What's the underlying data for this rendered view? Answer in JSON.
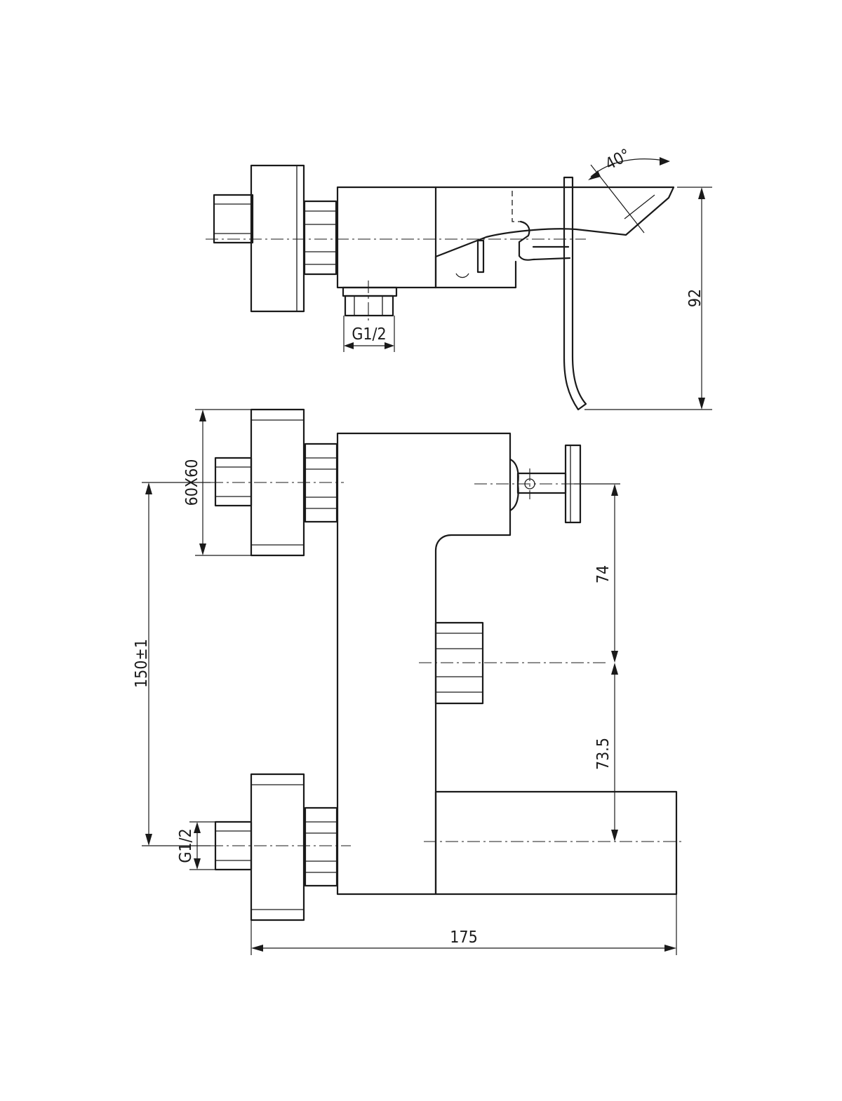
{
  "top_view": {
    "angle_label": "40°",
    "height_label": "92",
    "inlet_thread_label": "G1/2"
  },
  "front_view": {
    "flange_label": "60X60",
    "center_distance_label": "150±1",
    "inlet_thread_label": "G1/2",
    "upper_offset_label": "74",
    "lower_offset_label": "73.5",
    "overall_width_label": "175"
  }
}
